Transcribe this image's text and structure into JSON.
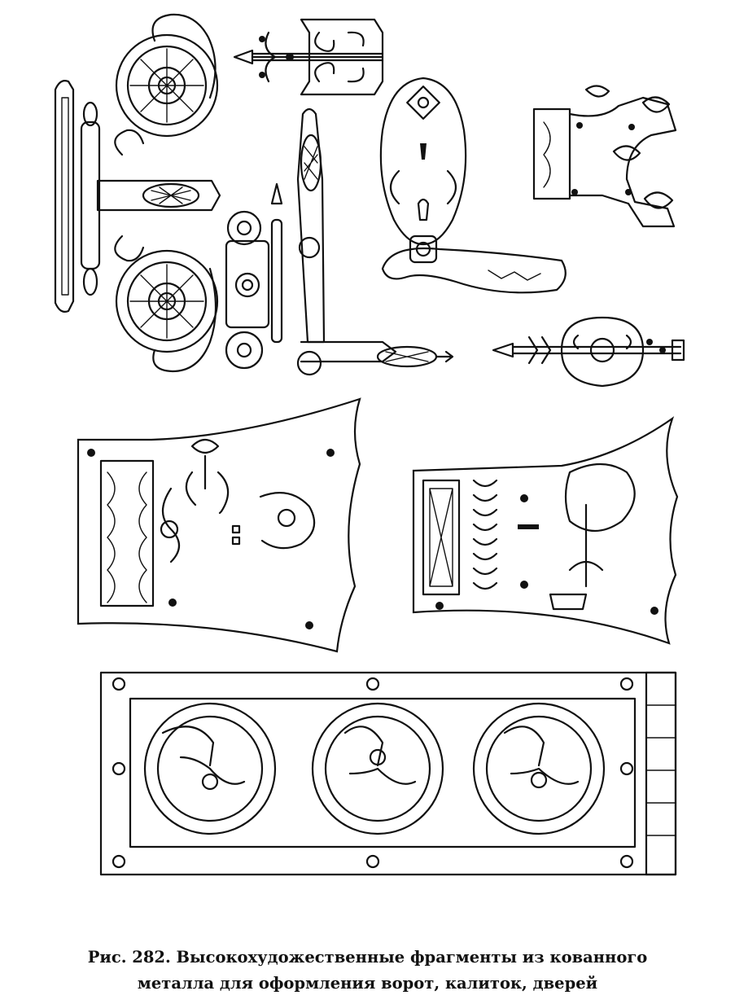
{
  "caption": {
    "line1": "Рис. 282. Высокохудожественные фрагменты из кованного",
    "line2": "металла для оформления ворот, калиток, дверей"
  },
  "colors": {
    "ink": "#111111",
    "paper": "#ffffff"
  },
  "illustration": {
    "elements": [
      "ornamental-hinge-with-rosettes",
      "small-arrow-hinge-top",
      "hinge-with-roundels-and-elbow",
      "door-handle-with-keyhole-escutcheon",
      "corner-bracket",
      "small-arrow-hinge-right",
      "left-shaped-plate",
      "right-shaped-plate",
      "scroll-panel"
    ]
  }
}
